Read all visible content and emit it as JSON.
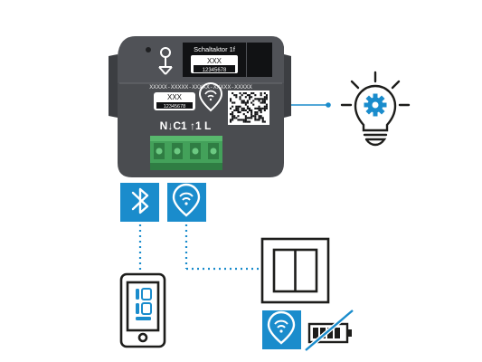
{
  "device": {
    "product_label": "Schaltaktor 1f",
    "product_code": "XXX",
    "product_number": "12345678",
    "serial_row": "XXXXX-XXXXX-XXXXX-XXXXX-XXXXX",
    "module_code": "XXX",
    "module_number": "12345678",
    "terminal_labels": "N↓C1 ↑1 L"
  },
  "icons": {
    "bluetooth": "bluetooth-icon",
    "wifi_pin": "wifi-location-icon",
    "smartphone": "smartphone-icon",
    "wall_switch": "wall-switch-icon",
    "bulb": "light-bulb-gear-icon",
    "no_battery": "battery-crossed-icon"
  },
  "colors": {
    "accent": "#1a8ccc",
    "device_body": "#4a4c50",
    "terminal_green": "#43a15a",
    "line": "#1d1d1b"
  }
}
